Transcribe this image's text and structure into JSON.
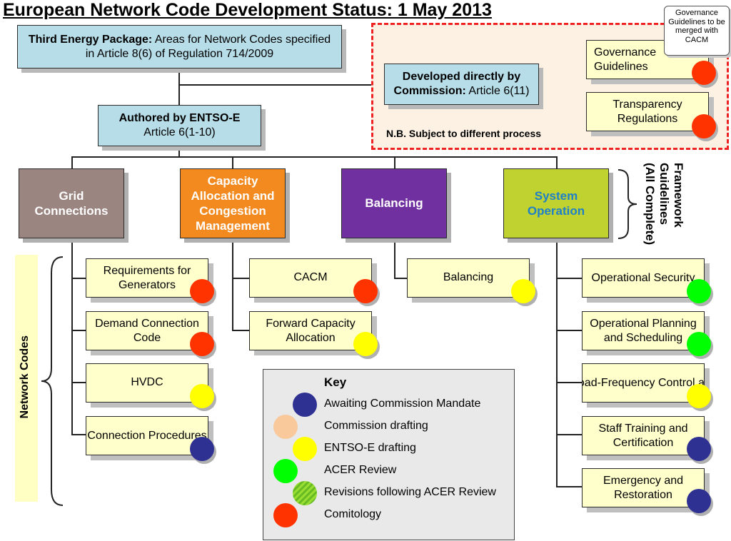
{
  "title": "European Network Code Development Status: 1 May 2013",
  "header_box": {
    "bold": "Third Energy Package:",
    "text": " Areas for Network Codes specified in Article 8(6) of Regulation 714/2009"
  },
  "entsoe_box": {
    "line1": "Authored by ENTSO-E",
    "line2": "Article 6(1-10)"
  },
  "commission_box": {
    "bold1": "Developed directly by",
    "bold2": "Commission:",
    "text2": " Article 6(11)"
  },
  "commission_note": "N.B. Subject to different process",
  "governance_box": "Governance Guidelines",
  "transparency_box": "Transparency Regulations",
  "callout": "Governance Guidelines to be merged with CACM",
  "categories": [
    {
      "label": "Grid Connections",
      "color": "#9a8580"
    },
    {
      "label": "Capacity Allocation and Congestion Management",
      "color": "#f28a20"
    },
    {
      "label": "Balancing",
      "color": "#7030a0"
    },
    {
      "label": "System Operation",
      "color": "#bfd230",
      "text_color": "#1f80c8"
    }
  ],
  "framework_label_1": "Framework",
  "framework_label_2": "Guidelines",
  "framework_label_3": "(All Complete)",
  "network_codes_label": "Network Codes",
  "codes": {
    "grid": [
      {
        "label": "Requirements for Generators",
        "status": "comitology"
      },
      {
        "label": "Demand Connection Code",
        "status": "comitology"
      },
      {
        "label": "HVDC",
        "status": "entsoe_drafting"
      },
      {
        "label": "Connection Procedures",
        "status": "awaiting_mandate"
      }
    ],
    "cam": [
      {
        "label": "CACM",
        "status": "comitology"
      },
      {
        "label": "Forward Capacity Allocation",
        "status": "entsoe_drafting"
      }
    ],
    "bal": [
      {
        "label": "Balancing",
        "status": "entsoe_drafting"
      }
    ],
    "sysop": [
      {
        "label": "Operational Security",
        "status": "acer_review"
      },
      {
        "label": "Operational Planning and Scheduling",
        "status": "acer_review"
      },
      {
        "label": "Load-Frequency Control and Reserves",
        "status": "entsoe_drafting"
      },
      {
        "label": "Staff Training and Certification",
        "status": "awaiting_mandate"
      },
      {
        "label": "Emergency and Restoration",
        "status": "awaiting_mandate"
      }
    ]
  },
  "key": {
    "title": "Key",
    "items": [
      {
        "label": "Awaiting Commission Mandate",
        "color": "#2e3192"
      },
      {
        "label": "Commission drafting",
        "color": "#f9c89b"
      },
      {
        "label": "ENTSO-E drafting",
        "color": "#ffff00"
      },
      {
        "label": "ACER Review",
        "color": "#00ff00"
      },
      {
        "label": "Revisions following ACER Review",
        "color": "#99dd33",
        "striped": true
      },
      {
        "label": "Comitology",
        "color": "#ff3300"
      }
    ]
  },
  "status_colors": {
    "awaiting_mandate": "#2e3192",
    "commission_drafting": "#f9c89b",
    "entsoe_drafting": "#ffff00",
    "acer_review": "#00ff00",
    "comitology": "#ff3300"
  }
}
